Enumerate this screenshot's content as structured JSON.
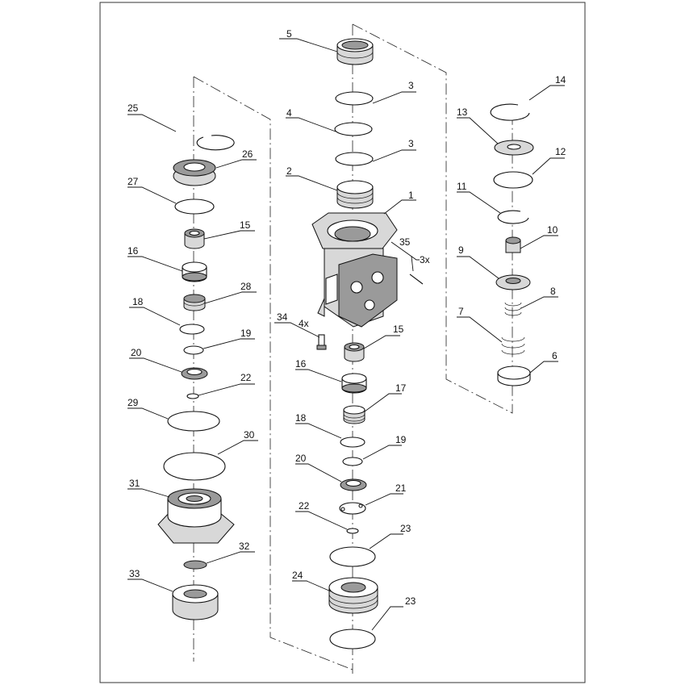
{
  "drawing": {
    "callouts": {
      "c1": "1",
      "c2": "2",
      "c3a": "3",
      "c3b": "3",
      "c4": "4",
      "c5": "5",
      "c6": "6",
      "c7": "7",
      "c8": "8",
      "c9": "9",
      "c10": "10",
      "c11": "11",
      "c12": "12",
      "c13": "13",
      "c14": "14",
      "c15a": "15",
      "c15b": "15",
      "c16a": "16",
      "c16b": "16",
      "c17": "17",
      "c18a": "18",
      "c18b": "18",
      "c19a": "19",
      "c19b": "19",
      "c20a": "20",
      "c20b": "20",
      "c21": "21",
      "c22a": "22",
      "c22b": "22",
      "c23a": "23",
      "c23b": "23",
      "c24": "24",
      "c25": "25",
      "c26": "26",
      "c27": "27",
      "c28": "28",
      "c29": "29",
      "c30": "30",
      "c31": "31",
      "c32": "32",
      "c33": "33",
      "c34": "34",
      "c35": "35"
    },
    "quantities": {
      "q34": "4x",
      "q35": "3x"
    }
  }
}
